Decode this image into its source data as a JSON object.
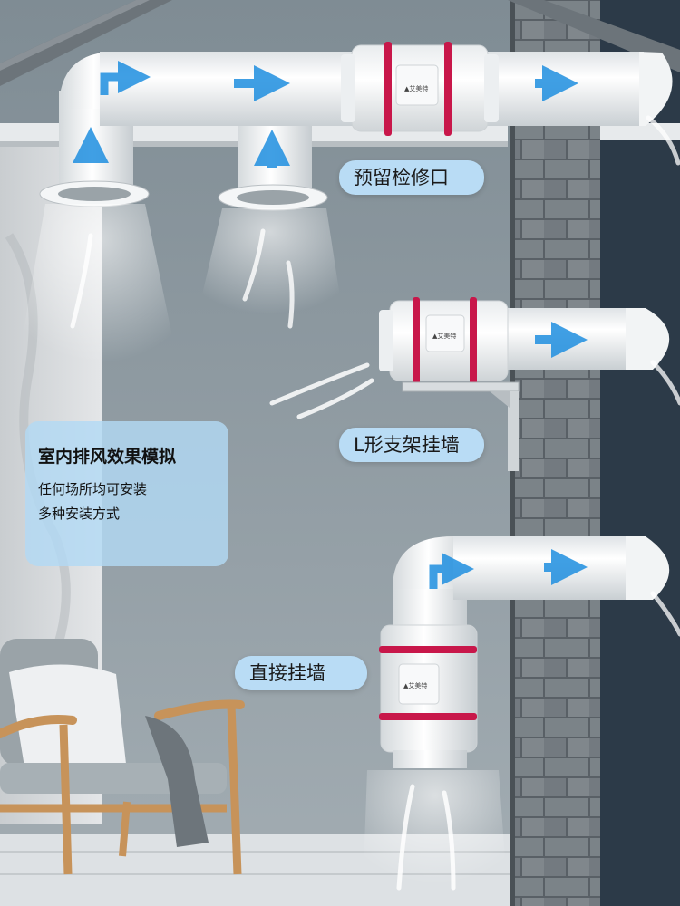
{
  "labels": {
    "access_port": "预留检修口",
    "l_bracket": "L形支架挂墙",
    "direct_mount": "直接挂墙"
  },
  "info": {
    "title": "室内排风效果模拟",
    "lines": [
      "任何场所均可安装",
      "多种安装方式"
    ]
  },
  "brand_logo_text": "艾美特",
  "colors": {
    "label_bg": "#b9dcf5",
    "arrow_blue": "#1f8fe0",
    "band_red": "#c8174a",
    "wall_gray": "#8e9ba3",
    "brick": "#6f767b"
  }
}
